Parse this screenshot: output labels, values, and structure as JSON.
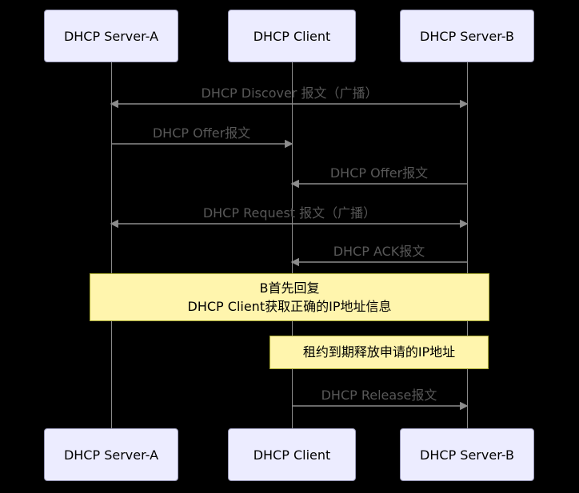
{
  "diagram": {
    "type": "sequence-diagram",
    "actors": [
      {
        "label": "DHCP Server-A"
      },
      {
        "label": "DHCP Client"
      },
      {
        "label": "DHCP Server-B"
      }
    ],
    "messages": [
      {
        "label": "DHCP Discover 报文（广播）",
        "from": "DHCP Client",
        "to": "DHCP Server-A & DHCP Server-B",
        "direction": "bidirectional-broadcast"
      },
      {
        "label": "DHCP Offer报文",
        "from": "DHCP Server-A",
        "to": "DHCP Client",
        "direction": "right"
      },
      {
        "label": "DHCP Offer报文",
        "from": "DHCP Server-B",
        "to": "DHCP Client",
        "direction": "left"
      },
      {
        "label": "DHCP Request 报文（广播）",
        "from": "DHCP Client",
        "to": "DHCP Server-A & DHCP Server-B",
        "direction": "bidirectional-broadcast"
      },
      {
        "label": "DHCP ACK报文",
        "from": "DHCP Server-B",
        "to": "DHCP Client",
        "direction": "left"
      },
      {
        "label": "DHCP Release报文",
        "from": "DHCP Client",
        "to": "DHCP Server-B",
        "direction": "right"
      }
    ],
    "notes": [
      {
        "line1": "B首先回复",
        "line2": "DHCP Client获取正确的IP地址信息",
        "span": "all-actors"
      },
      {
        "line1": "租约到期释放申请的IP地址",
        "span": "client-to-server-b"
      }
    ],
    "colors": {
      "background": "#000000",
      "actor_fill": "#ececff",
      "actor_border": "#9a9ab8",
      "lifeline": "#8a8a8a",
      "arrow": "#8c8c8c",
      "message_text": "#585858",
      "note_fill": "#fff5ad",
      "note_border": "#aaaa33",
      "note_text": "#000000"
    }
  }
}
